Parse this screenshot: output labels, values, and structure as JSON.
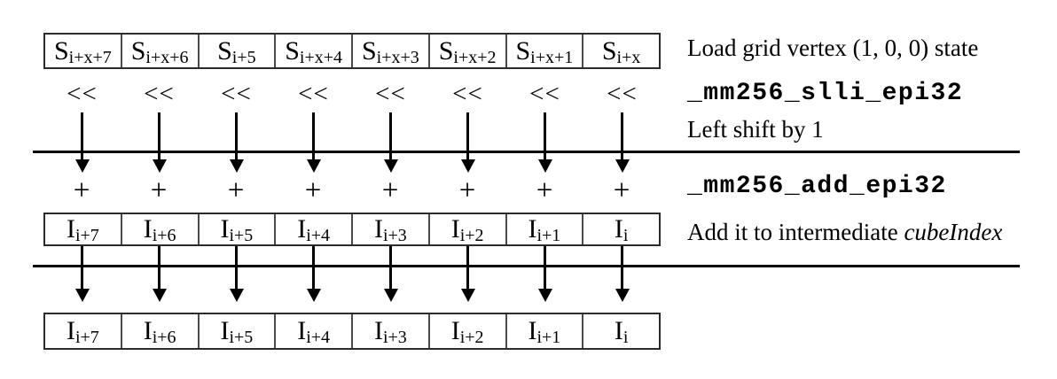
{
  "operators": {
    "shift": "<<",
    "plus": "+"
  },
  "registers": {
    "s": [
      {
        "base": "S",
        "sub": "i+x+7"
      },
      {
        "base": "S",
        "sub": "i+x+6"
      },
      {
        "base": "S",
        "sub": "i+5"
      },
      {
        "base": "S",
        "sub": "i+x+4"
      },
      {
        "base": "S",
        "sub": "i+x+3"
      },
      {
        "base": "S",
        "sub": "i+x+2"
      },
      {
        "base": "S",
        "sub": "i+x+1"
      },
      {
        "base": "S",
        "sub": "i+x"
      }
    ],
    "i_intermediate": [
      {
        "base": "I",
        "sub": "i+7"
      },
      {
        "base": "I",
        "sub": "i+6"
      },
      {
        "base": "I",
        "sub": "i+5"
      },
      {
        "base": "I",
        "sub": "i+4"
      },
      {
        "base": "I",
        "sub": "i+3"
      },
      {
        "base": "I",
        "sub": "i+2"
      },
      {
        "base": "I",
        "sub": "i+1"
      },
      {
        "base": "I",
        "sub": "i"
      }
    ],
    "i_result": [
      {
        "base": "I",
        "sub": "i+7"
      },
      {
        "base": "I",
        "sub": "i+6"
      },
      {
        "base": "I",
        "sub": "i+5"
      },
      {
        "base": "I",
        "sub": "i+4"
      },
      {
        "base": "I",
        "sub": "i+3"
      },
      {
        "base": "I",
        "sub": "i+2"
      },
      {
        "base": "I",
        "sub": "i+1"
      },
      {
        "base": "I",
        "sub": "i"
      }
    ]
  },
  "annotations": {
    "load": "Load grid vertex (1, 0, 0) state",
    "slli": "_mm256_slli_epi32",
    "left_shift": "Left shift by 1",
    "add": "_mm256_add_epi32",
    "add_desc_prefix": "Add it to intermediate ",
    "add_desc_italic": "cubeIndex"
  },
  "colors": {
    "ink": "#000000",
    "background": "#ffffff",
    "box_border": "#2b2b2b"
  }
}
